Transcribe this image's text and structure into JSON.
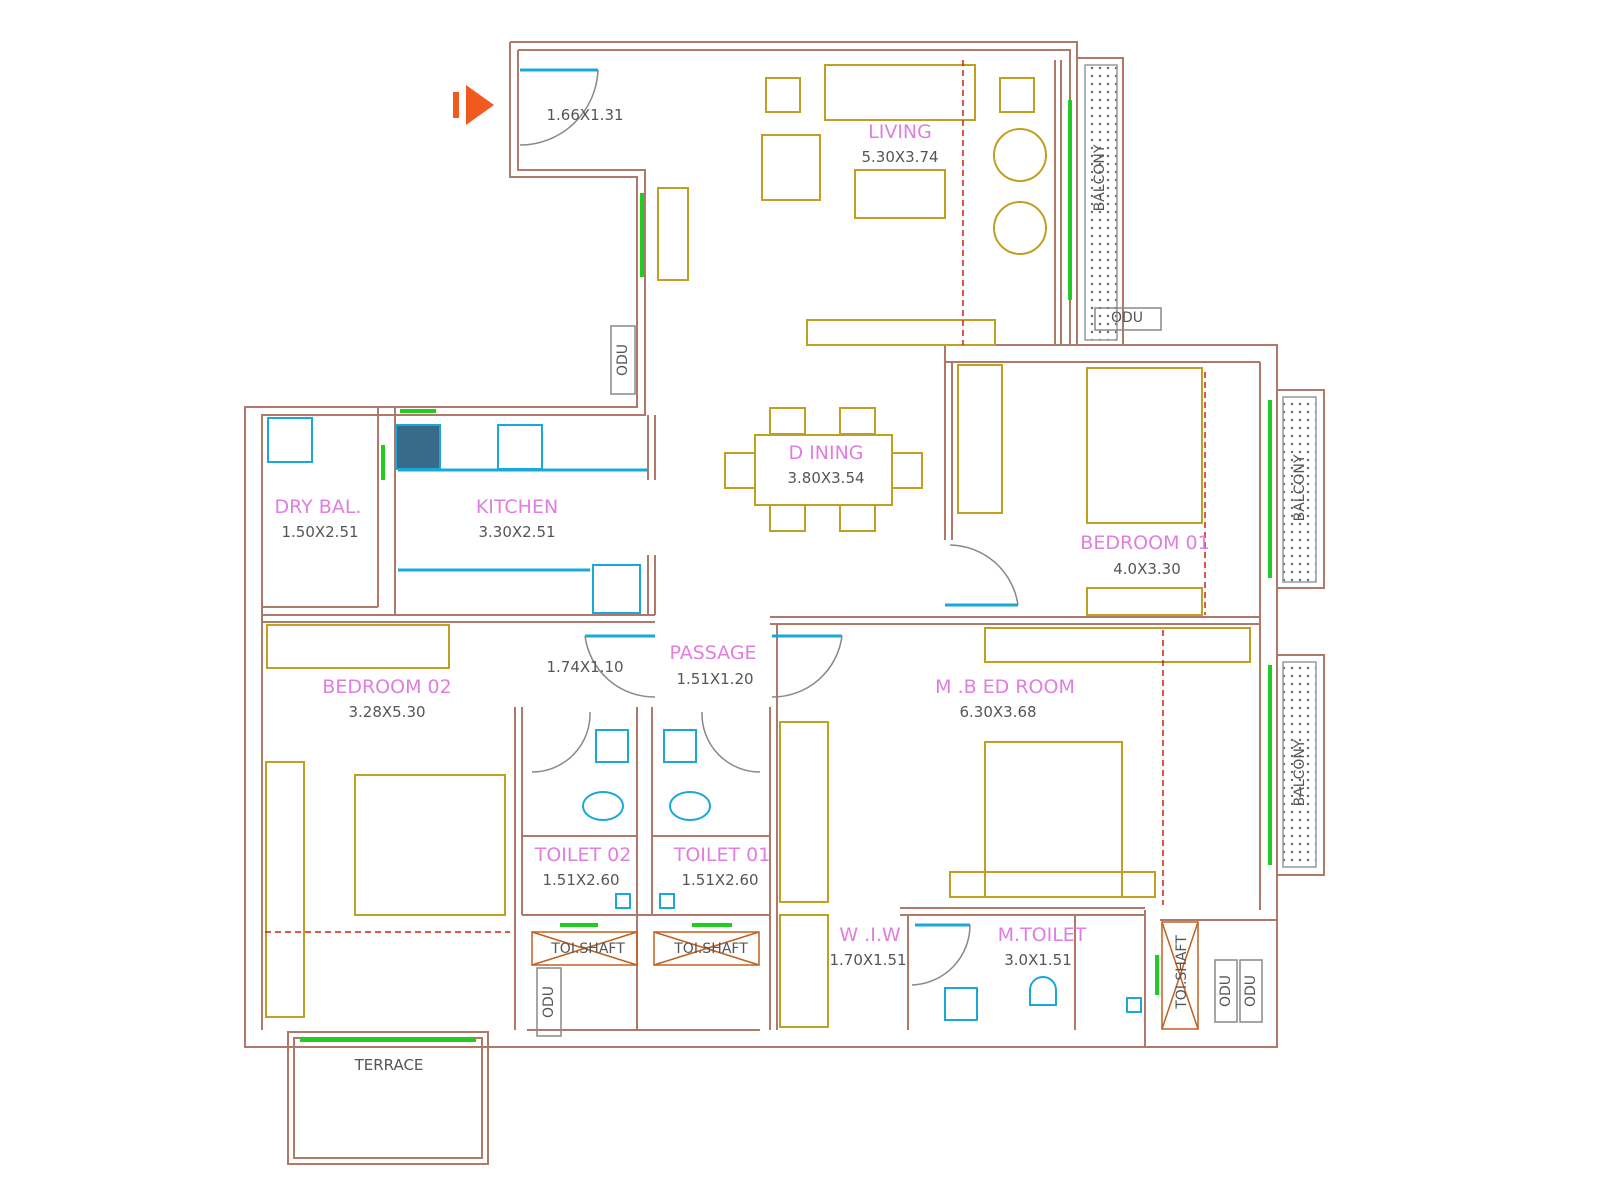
{
  "rooms": {
    "foyer": {
      "dims": "1.66X1.31"
    },
    "living": {
      "name": "LIVING",
      "dims": "5.30X3.74"
    },
    "dining": {
      "name": "D INING",
      "dims": "3.80X3.54"
    },
    "dry_bal": {
      "name": "DRY BAL.",
      "dims": "1.50X2.51"
    },
    "kitchen": {
      "name": "KITCHEN",
      "dims": "3.30X2.51"
    },
    "bedroom01": {
      "name": "BEDROOM 01",
      "dims": "4.0X3.30"
    },
    "passage": {
      "name": "PASSAGE",
      "dims": "1.51X1.20",
      "extra_dims": "1.74X1.10"
    },
    "bedroom02": {
      "name": "BEDROOM 02",
      "dims": "3.28X5.30"
    },
    "master_bedroom": {
      "name": "M .B ED ROOM",
      "dims": "6.30X3.68"
    },
    "toilet02": {
      "name": "TOILET 02",
      "dims": "1.51X2.60"
    },
    "toilet01": {
      "name": "TOILET 01",
      "dims": "1.51X2.60"
    },
    "wiw": {
      "name": "W .I.W",
      "dims": "1.70X1.51"
    },
    "master_toilet": {
      "name": "M.TOILET",
      "dims": "3.0X1.51"
    },
    "terrace": {
      "name": "TERRACE"
    }
  },
  "balconies": [
    "BALCONY",
    "BALCONY",
    "BALCONY"
  ],
  "odu_labels": [
    "ODU",
    "ODU",
    "ODU",
    "ODU",
    "ODU"
  ],
  "shafts": [
    "TOI.SHAFT",
    "TOI.SHAFT",
    "TOI.SHAFT"
  ],
  "colors": {
    "wall": "#b07868",
    "furniture": "#c0a020",
    "fixture": "#1aa8d8",
    "room_label": "#e07ee0",
    "window": "#22cc22",
    "entry": "#f05a1e"
  }
}
